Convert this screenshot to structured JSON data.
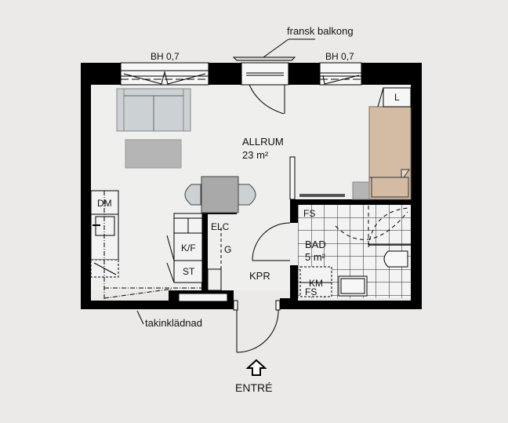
{
  "plan": {
    "room_main": {
      "name": "ALLRUM",
      "area": "23 m²"
    },
    "room_bath": {
      "name": "BAD",
      "area": "5 m²"
    },
    "hall": {
      "name": "KPR"
    },
    "entrance": {
      "label": "ENTRÉ",
      "icon": "arrow-up-icon"
    },
    "window_left": {
      "label": "BH 0,7"
    },
    "window_right": {
      "label": "BH 0,7"
    },
    "balcony": {
      "label": "fransk balkong"
    },
    "ceiling_note": {
      "label": "takinklädnad"
    },
    "appliances": {
      "dishwasher": "DM",
      "fridge_freezer": "K/F",
      "stove": "ST",
      "electrical": "ELC",
      "g": "G",
      "wardrobe": "L",
      "fs_top": "FS",
      "fs_bottom": "FS",
      "washer": "KM"
    }
  },
  "colors": {
    "background": "#ebeae8",
    "wall": "#000000",
    "furniture_sofa": "#ccd1d4",
    "furniture_rug": "#b5b5b5",
    "table": "#a9a9a9",
    "bed": "#d4bca4",
    "floor_room": "#efefee"
  }
}
